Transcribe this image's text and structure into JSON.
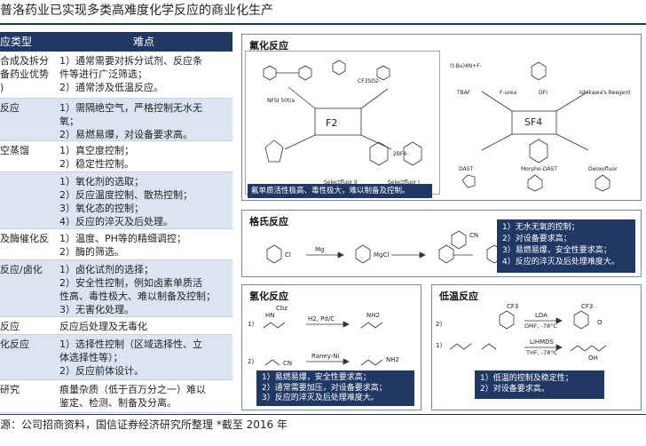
{
  "title": "普洛药业已实现多类高难度化学反应的商业化生产",
  "table": {
    "headers": [
      "应类型",
      "难点"
    ],
    "rows": [
      {
        "category": "合成及拆分\n备药业优势\n)",
        "difficulty": "1）通常需要对拆分试剂、反应条\n件等进行广泛筛选；\n2）通常涉及低温反应。"
      },
      {
        "category": "反应",
        "difficulty": "1）需隔绝空气，严格控制无水无\n氧；\n2）易燃易爆，对设备要求高。"
      },
      {
        "category": "空蒸馏",
        "difficulty": "1）真空度控制；\n2）稳定性控制。"
      },
      {
        "category": "",
        "difficulty": "1）氧化剂的选取；\n2）反应温度控制、散热控制；\n3）氧化态的控制；\n4）反应的淬灭及后处理。"
      },
      {
        "category": "及酶催化反",
        "difficulty": "1）温度、PH等的精细调控；\n2）酶的筛选。"
      },
      {
        "category": "反应/卤化",
        "difficulty": "1）卤化试剂的选择；\n2）安全性控制，例如卤素单质活\n性高、毒性极大、难以制备及控制；\n3）无害化处理。"
      },
      {
        "category": "反应",
        "difficulty": "反应后处理及无毒化"
      },
      {
        "category": "化反应",
        "difficulty": "1）选择性控制（区域选择性、立\n体选择性等）；\n2）反应前体设计。"
      },
      {
        "category": "研究",
        "difficulty": "痕量杂质（低于百万分之一）难以\n鉴定、检测、制备及分离。"
      }
    ]
  },
  "fluorination": {
    "title": "氟化反应",
    "left_labels": [
      "NFSI 50t/a",
      "Selectfluor II",
      "Selectfluor I"
    ],
    "center_left": "F2",
    "center_right": "SF4",
    "right_labels": [
      "TBAF",
      "F-urea",
      "DFI",
      "Ishikawa's Reagent",
      "DAST",
      "Morpho-DAST",
      "Deoxofluor"
    ],
    "formulas": [
      "(t-Bu)4N+F-",
      "CF3SO2-",
      "2BF4-"
    ],
    "note": "氟单质活性极高、毒性极大，难以制备及控制。"
  },
  "grignard": {
    "title": "格氏反应",
    "reagent": "Mg",
    "species": [
      "Cl",
      "MgCl",
      "CN",
      "CN"
    ],
    "note": "1）无水无氧的控制；\n2）对设备要求高；\n3）易燃易爆，安全性要求高；\n4）反应的淬灭及后处理难度大。"
  },
  "hydrogenation": {
    "title": "氢化反应",
    "steps": [
      "1)",
      "2)"
    ],
    "reagents": [
      "H2, Pd/C",
      "Raney-Ni"
    ],
    "groups": [
      "Cbz",
      "HN",
      "NH2",
      "CN",
      "NH2"
    ],
    "note": "1）易燃易爆，安全性要求高；\n2）通常需要加压，对设备要求高；\n3）反应的淬灭及后处理难度大。"
  },
  "lowtemp": {
    "title": "低温反应",
    "steps": [
      "1)",
      "2)"
    ],
    "reagents": [
      "LDA",
      "DMF, -78°C",
      "LiHMDS",
      "THF, -78°C"
    ],
    "groups": [
      "CF3",
      "CF3",
      "O",
      "OH"
    ],
    "note": "1）低温的控制及稳定性；\n2）对设备要求高。"
  },
  "source": "源：公司招商资料，国信证券经济研究所整理 *截至 2016 年"
}
